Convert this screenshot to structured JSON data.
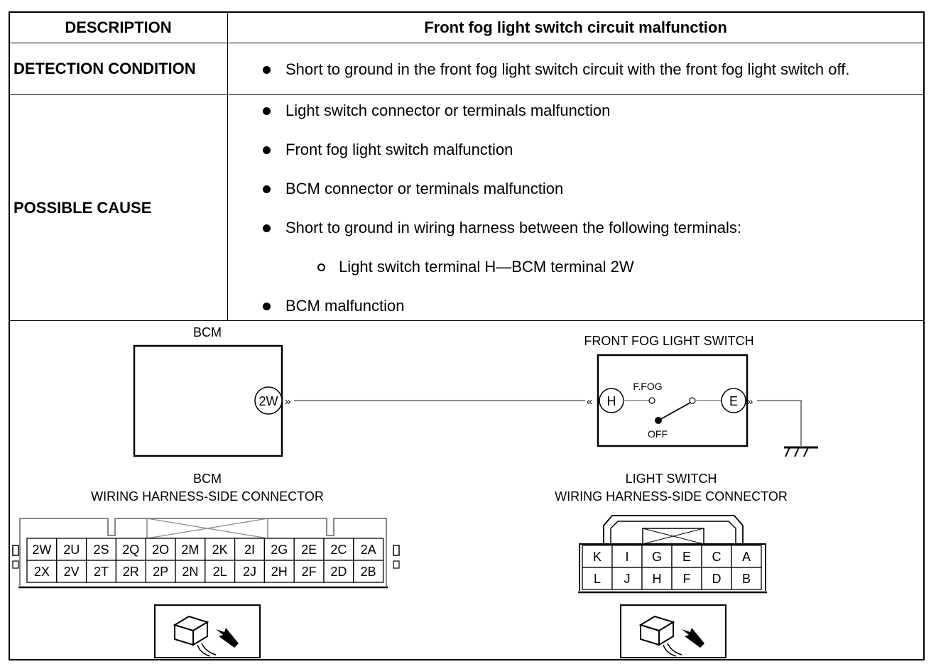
{
  "table": {
    "header": {
      "label": "DESCRIPTION",
      "value": "Front fog light switch circuit malfunction"
    },
    "detection": {
      "label": "DETECTION CONDITION",
      "items": [
        "Short to ground in the front fog light switch circuit with the front fog light switch off."
      ]
    },
    "cause": {
      "label": "POSSIBLE CAUSE",
      "items": [
        "Light switch connector or terminals malfunction",
        "Front fog light switch malfunction",
        "BCM connector or terminals malfunction",
        "Short to ground in wiring harness between the following terminals:",
        "Light switch terminal H—BCM terminal 2W",
        "BCM malfunction"
      ]
    }
  },
  "diagram": {
    "bcm_title": "BCM",
    "bcm_terminal": "2W",
    "switch_title": "FRONT FOG LIGHT SWITCH",
    "switch_terminal_h": "H",
    "switch_terminal_e": "E",
    "ffog_label": "F.FOG",
    "off_label": "OFF",
    "bcm_connector_title_1": "BCM",
    "bcm_connector_title_2": "WIRING HARNESS-SIDE CONNECTOR",
    "ls_connector_title_1": "LIGHT SWITCH",
    "ls_connector_title_2": "WIRING HARNESS-SIDE CONNECTOR",
    "bcm_pins_top": [
      "2W",
      "2U",
      "2S",
      "2Q",
      "2O",
      "2M",
      "2K",
      "2I",
      "2G",
      "2E",
      "2C",
      "2A"
    ],
    "bcm_pins_bottom": [
      "2X",
      "2V",
      "2T",
      "2R",
      "2P",
      "2N",
      "2L",
      "2J",
      "2H",
      "2F",
      "2D",
      "2B"
    ],
    "ls_pins_top": [
      "K",
      "I",
      "G",
      "E",
      "C",
      "A"
    ],
    "ls_pins_bottom": [
      "L",
      "J",
      "H",
      "F",
      "D",
      "B"
    ]
  }
}
